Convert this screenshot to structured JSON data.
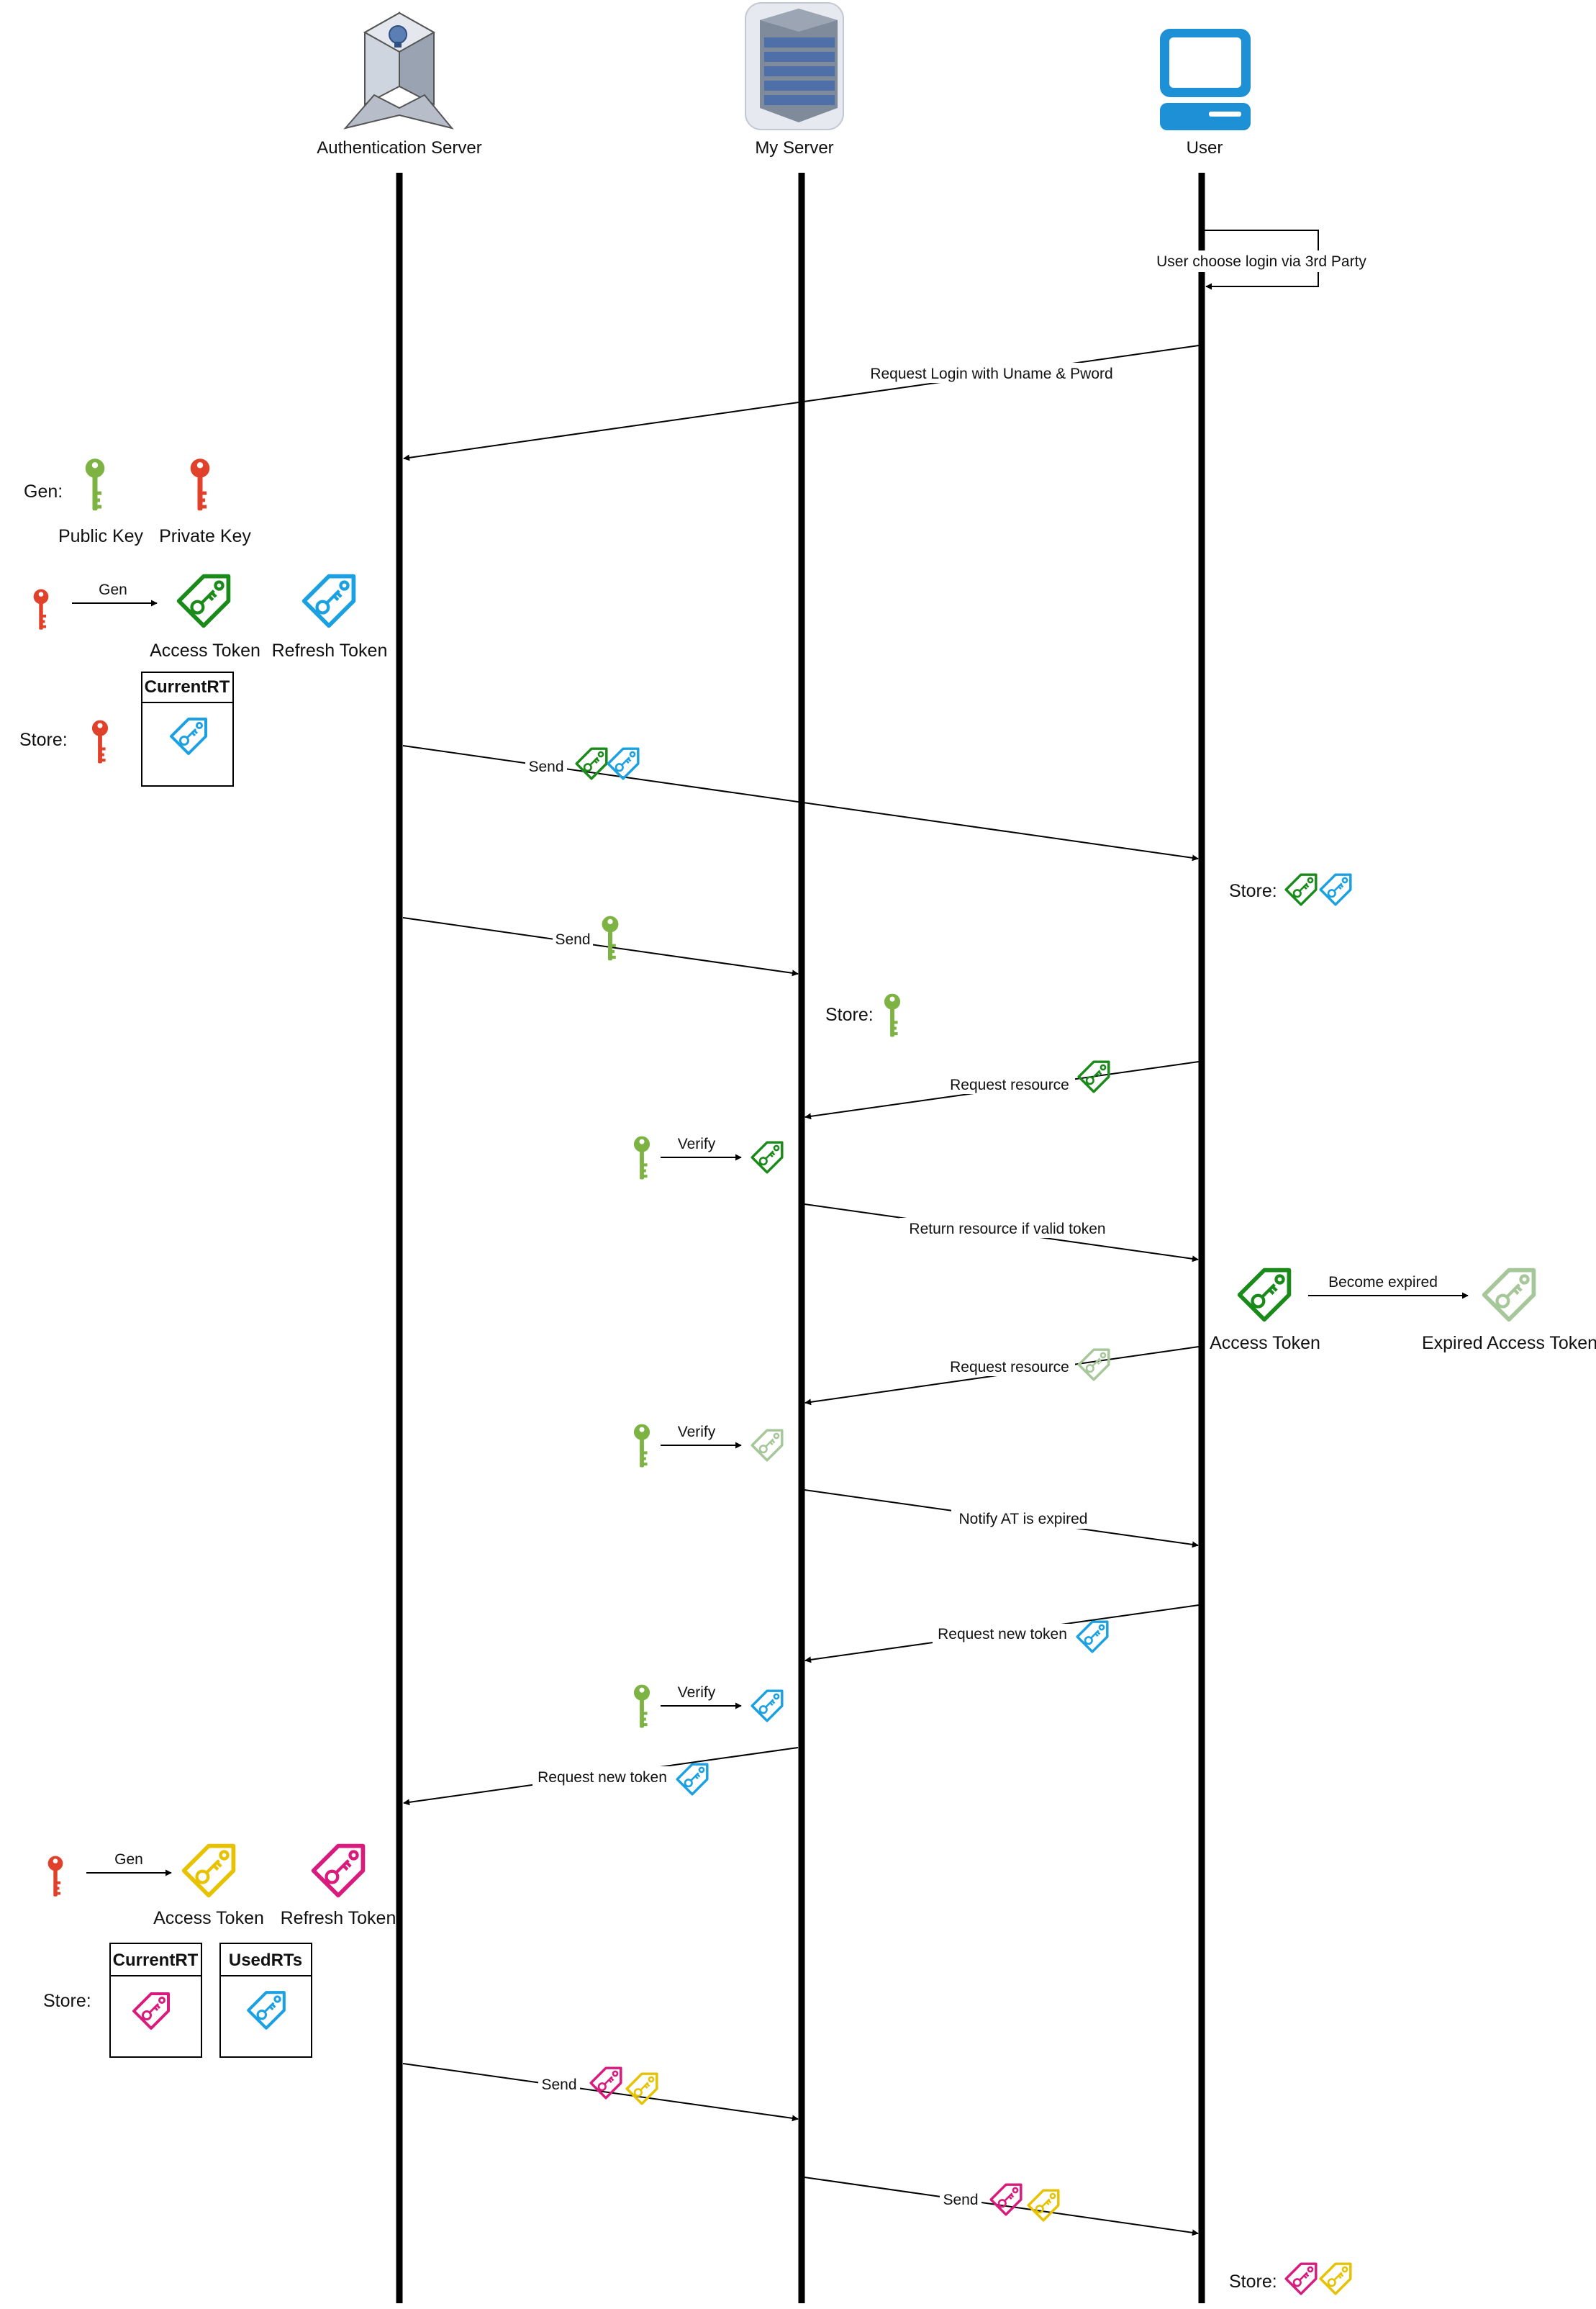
{
  "participants": {
    "auth": "Authentication Server",
    "server": "My Server",
    "user": "User"
  },
  "messages": {
    "self_login": "User choose login via 3rd Party",
    "request_login": "Request Login with Uname & Pword",
    "send_tokens_1": "Send",
    "send_public_key": "Send",
    "request_resource_1": "Request resource",
    "return_resource": "Return resource if valid token",
    "request_resource_2": "Request resource",
    "notify_expired": "Notify AT is expired",
    "request_new_token_user": "Request new token",
    "request_new_token_server": "Request new token",
    "send_tokens_2": "Send",
    "send_tokens_3": "Send"
  },
  "auth_notes": {
    "gen_label": "Gen:",
    "public_key": "Public Key",
    "private_key": "Private Key",
    "gen_arrow": "Gen",
    "access_token": "Access Token",
    "refresh_token": "Refresh Token",
    "current_rt": "CurrentRT",
    "store_label": "Store:",
    "gen_arrow_2": "Gen",
    "access_token_2": "Access Token",
    "refresh_token_2": "Refresh Token",
    "current_rt_2": "CurrentRT",
    "used_rts": "UsedRTs",
    "store_label_2": "Store:"
  },
  "server_notes": {
    "store_label": "Store:",
    "verify_1": "Verify",
    "verify_2": "Verify",
    "verify_3": "Verify"
  },
  "user_notes": {
    "store_label_1": "Store:",
    "become_expired": "Become expired",
    "access_token": "Access Token",
    "expired_access_token": "Expired Access Token",
    "store_label_2": "Store:"
  },
  "colors": {
    "public_key": "#7cb342",
    "private_key": "#e0412b",
    "access_token": "#1a8a1a",
    "refresh_token": "#1ba1e2",
    "expired_token": "#a6c79a",
    "new_access_token": "#e6c200",
    "new_refresh_token": "#d81b7c",
    "user_icon": "#1e90d6",
    "server_icon": "#5b7fb5"
  },
  "icons": {
    "auth_server": "authentication-server-icon",
    "server": "server-rack-icon",
    "user": "computer-monitor-icon",
    "key": "key-icon",
    "token": "token-tag-icon"
  }
}
